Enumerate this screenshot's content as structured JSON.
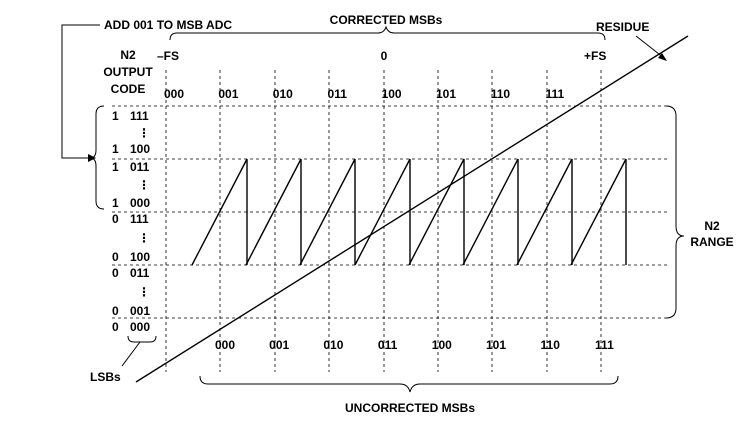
{
  "labels": {
    "add_001": "ADD 001 TO MSB ADC",
    "corrected": "CORRECTED MSBs",
    "residue": "RESIDUE",
    "n2_output_code": [
      "N2",
      "OUTPUT",
      "CODE"
    ],
    "minus_fs": "–FS",
    "zero": "0",
    "plus_fs": "+FS",
    "n2_range": [
      "N2",
      "RANGE"
    ],
    "lsbs": "LSBs",
    "uncorrected": "UNCORRECTED MSBs"
  },
  "corrected_codes": [
    "000",
    "001",
    "010",
    "011",
    "100",
    "101",
    "110",
    "111"
  ],
  "uncorrected_codes": [
    "000",
    "001",
    "010",
    "011",
    "100",
    "101",
    "110",
    "111"
  ],
  "output_codes": [
    {
      "msb": "1",
      "lsb": "111"
    },
    {
      "msb": "1",
      "lsb": "100"
    },
    {
      "msb": "1",
      "lsb": "011"
    },
    {
      "msb": "1",
      "lsb": "000"
    },
    {
      "msb": "0",
      "lsb": "111"
    },
    {
      "msb": "0",
      "lsb": "100"
    },
    {
      "msb": "0",
      "lsb": "011"
    },
    {
      "msb": "0",
      "lsb": "001"
    },
    {
      "msb": "0",
      "lsb": "000"
    }
  ],
  "ellipsis": "⋮"
}
